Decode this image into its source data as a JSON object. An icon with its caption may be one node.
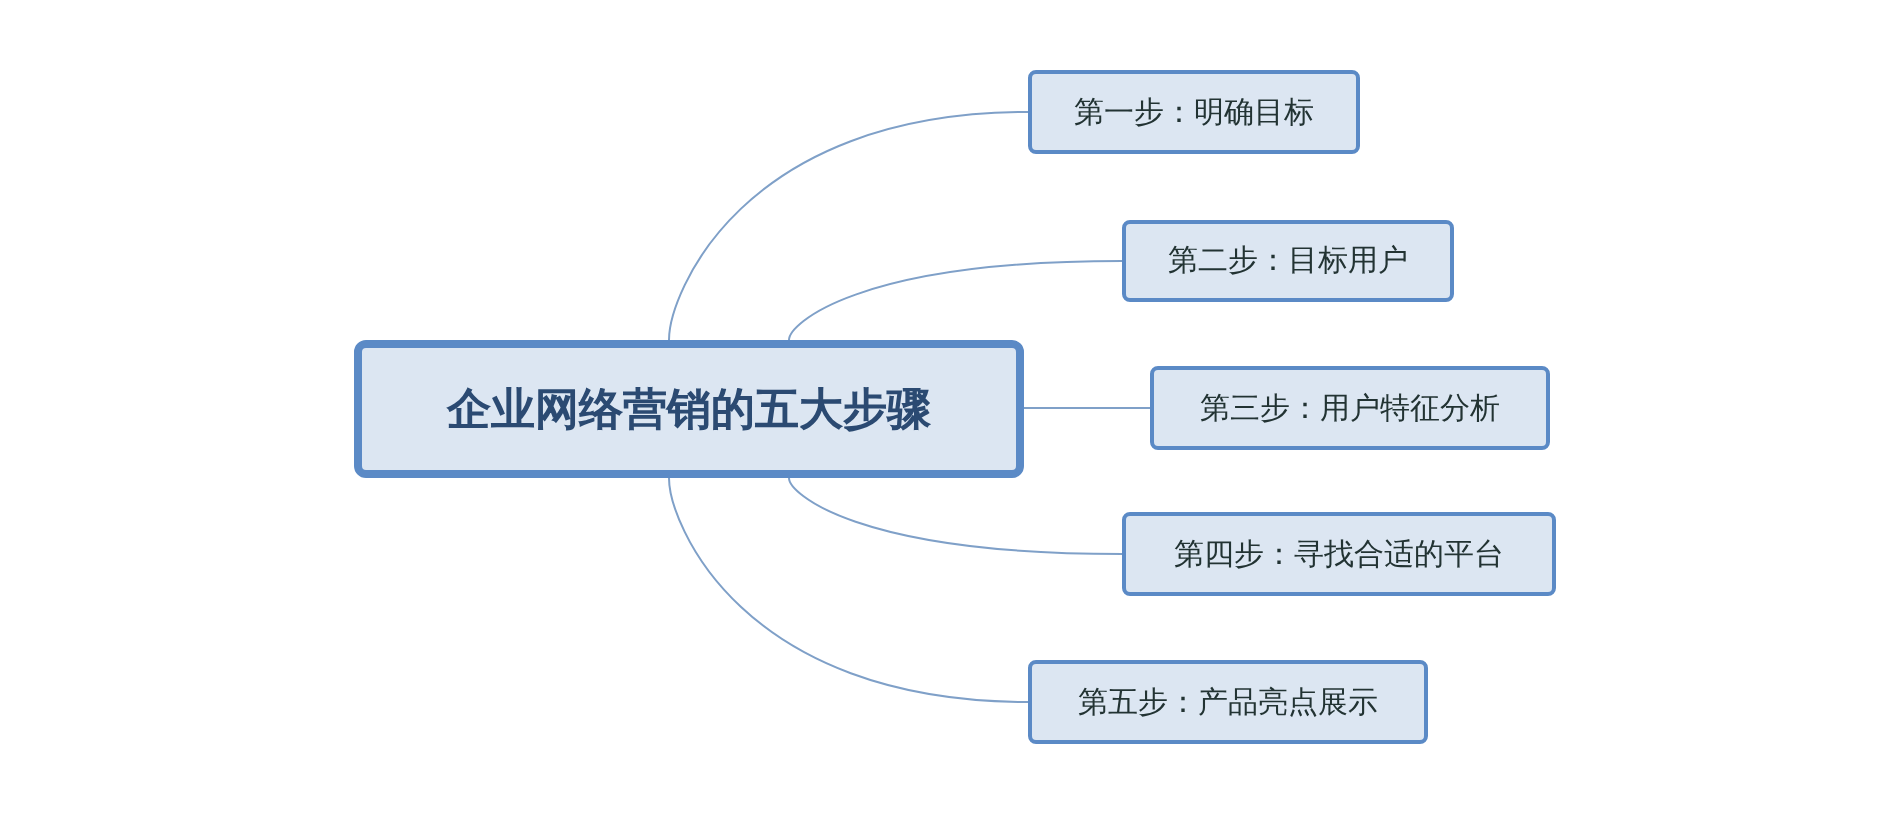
{
  "diagram": {
    "nodes": [
      {
        "text": [
          "企业网络营销的五大步骤"
        ]
      },
      {
        "text": [
          "第一步：明确目标"
        ]
      },
      {
        "text": [
          "第二步：目标用户"
        ]
      },
      {
        "text": [
          "第三步：用户特征分析"
        ]
      },
      {
        "text": [
          "第四步：寻找合适的平台"
        ]
      },
      {
        "text": [
          "第五步：产品亮点展示"
        ]
      }
    ],
    "edges": [
      {
        "from": 0,
        "to": 1,
        "arrow": "none"
      },
      {
        "from": 0,
        "to": 2,
        "arrow": "none"
      },
      {
        "from": 0,
        "to": 3,
        "arrow": "none"
      },
      {
        "from": 0,
        "to": 4,
        "arrow": "none"
      },
      {
        "from": 0,
        "to": 5,
        "arrow": "none"
      }
    ]
  }
}
